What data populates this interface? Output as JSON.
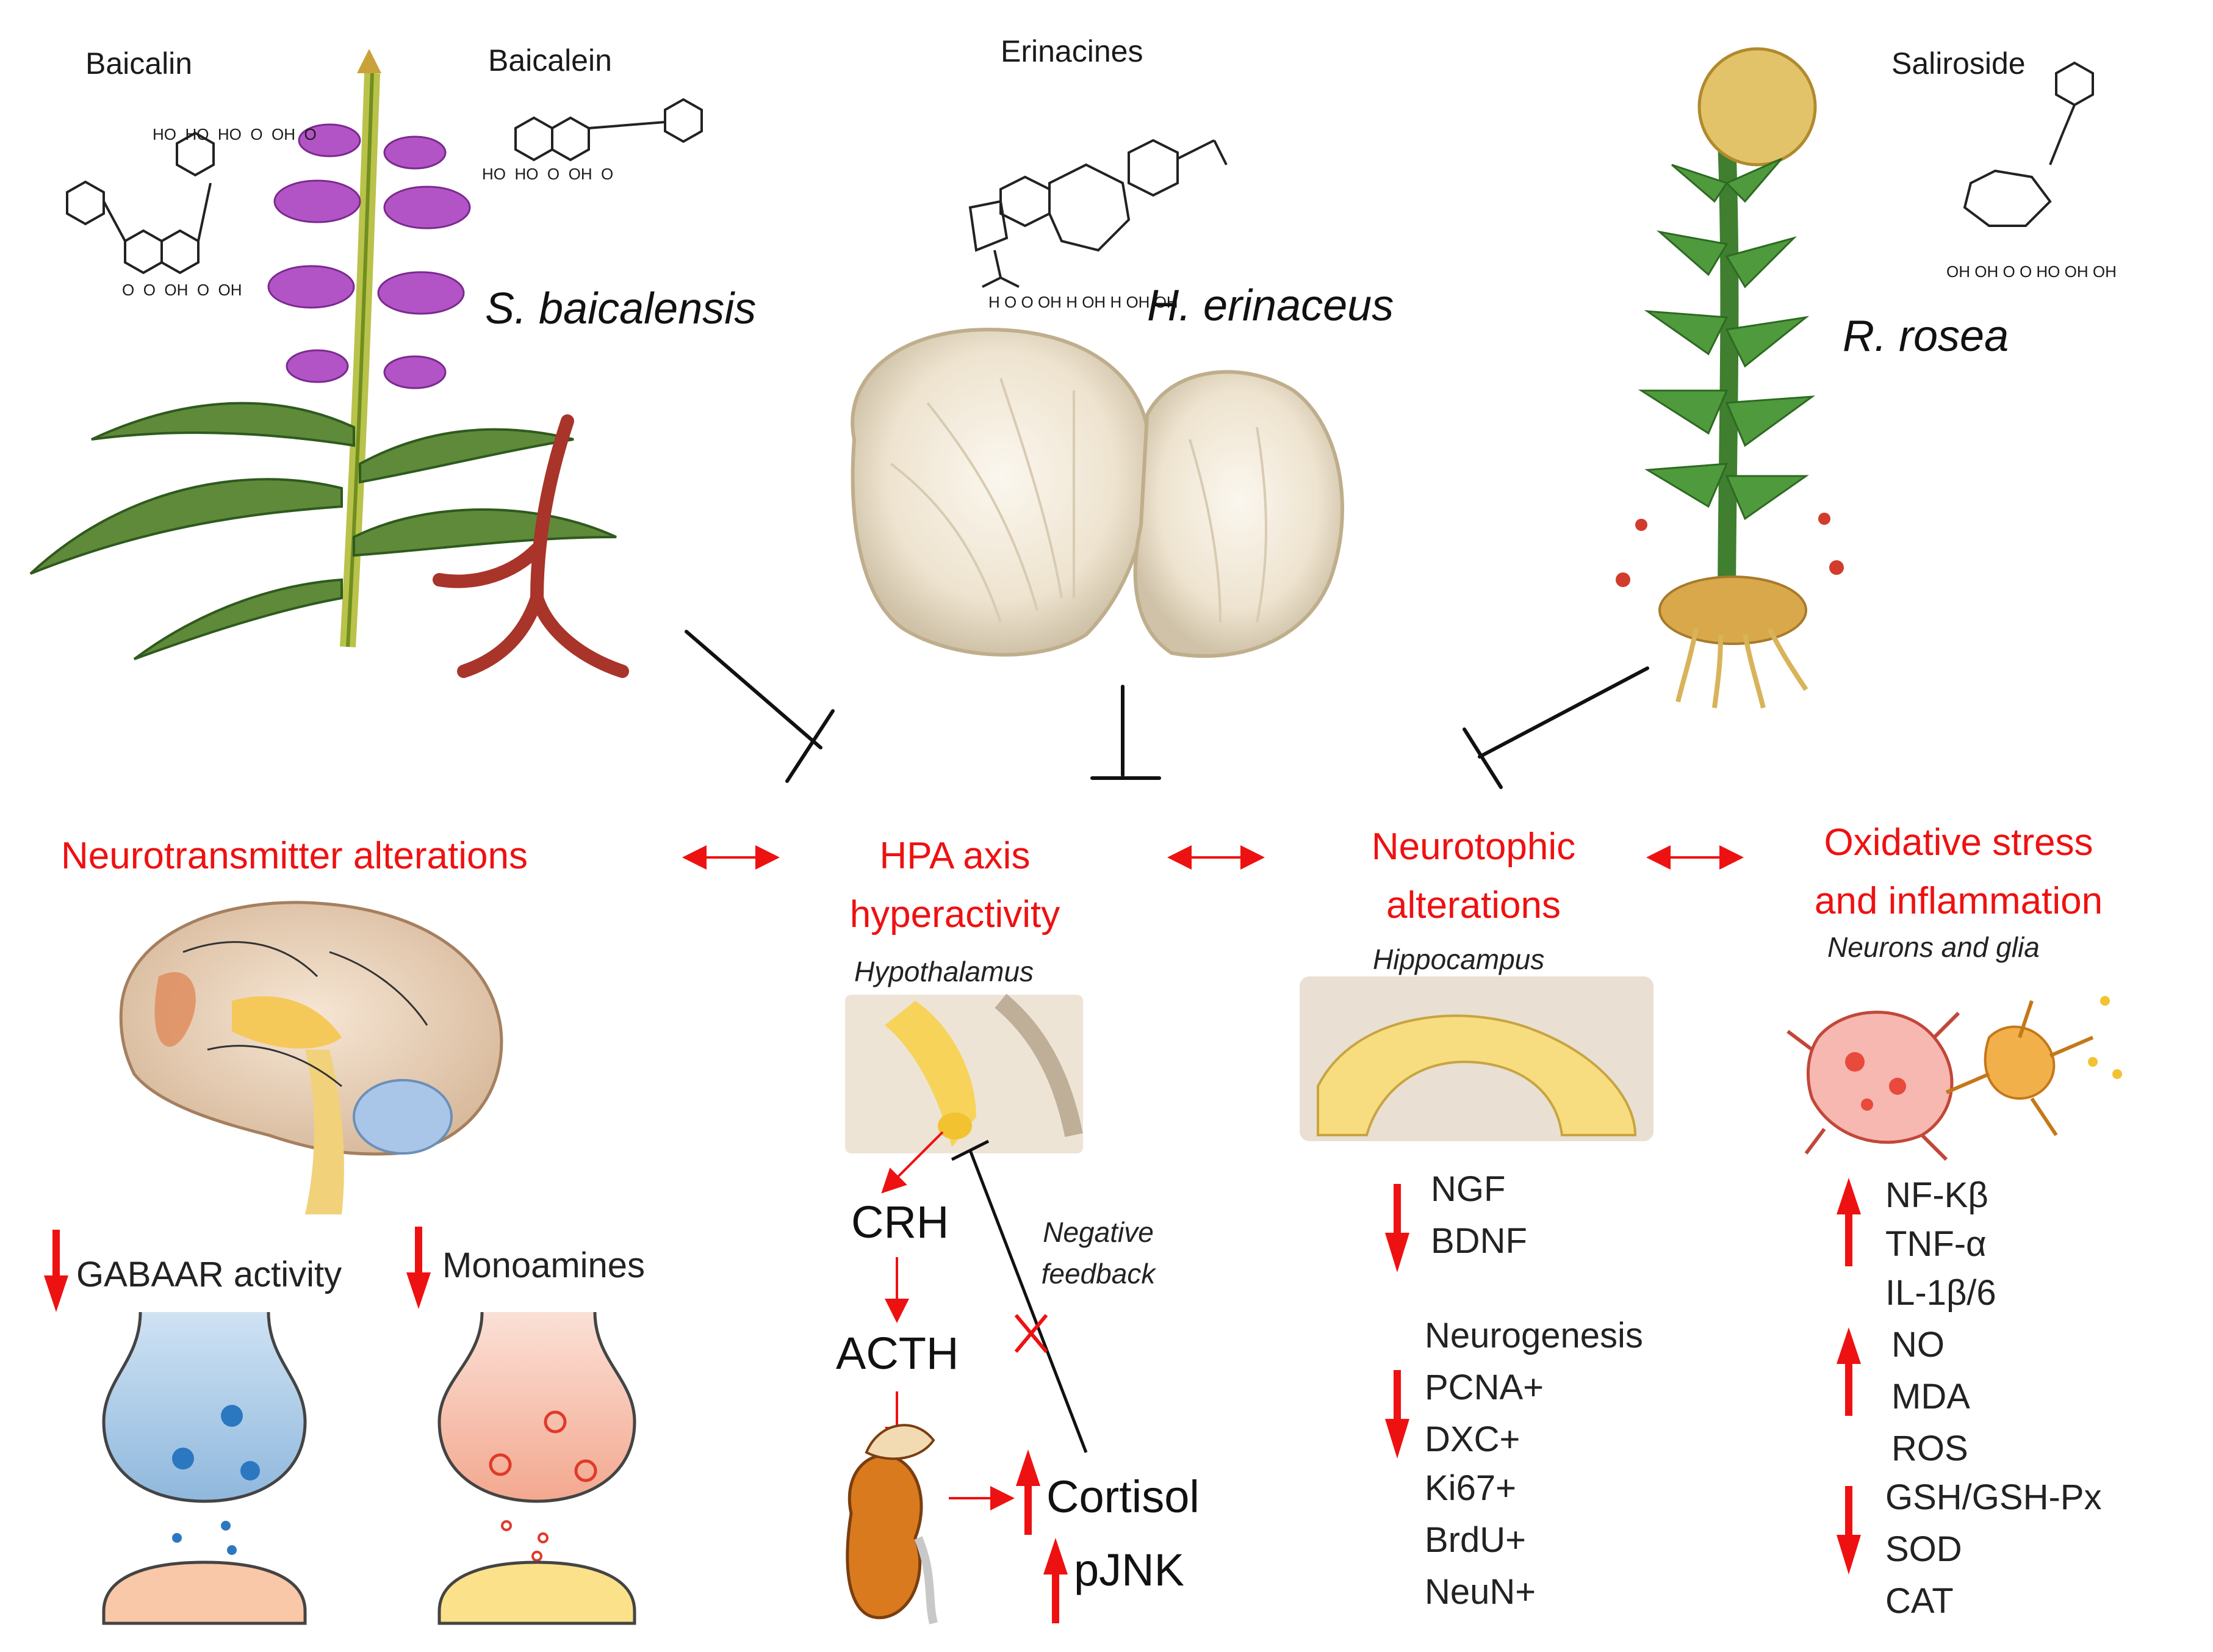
{
  "compounds": {
    "baicalin": "Baicalin",
    "baicalein": "Baicalein",
    "erinacines": "Erinacines",
    "saliroside": "Saliroside"
  },
  "species": {
    "s_baicalensis": "S. baicalensis",
    "h_erinaceus": "H. erinaceus",
    "r_rosea": "R. rosea"
  },
  "structure_atoms": {
    "baicalin": [
      "HO",
      "HO",
      "HO",
      "O",
      "OH",
      "O",
      "O",
      "O",
      "OH",
      "O",
      "OH"
    ],
    "baicalein": [
      "HO",
      "HO",
      "O",
      "OH",
      "O"
    ],
    "erinacines": [
      "H",
      "O",
      "O",
      "OH",
      "H",
      "OH",
      "H",
      "OH",
      "OH"
    ],
    "saliroside": [
      "OH",
      "OH",
      "O",
      "O",
      "HO",
      "OH",
      "OH"
    ]
  },
  "sections": {
    "neurotransmitter": {
      "title": "Neurotransmitter  alterations",
      "gaba": "GABAAR activity",
      "monoamines": "Monoamines"
    },
    "hpa": {
      "title_line1": "HPA axis",
      "title_line2": "hyperactivity",
      "region": "Hypothalamus",
      "crh": "CRH",
      "acth": "ACTH",
      "cortisol": "Cortisol",
      "pjnk": "pJNK",
      "feedback_line1": "Negative",
      "feedback_line2": "feedback"
    },
    "neurotrophic": {
      "title_line1": "Neurotophic",
      "title_line2": "alterations",
      "region": "Hippocampus",
      "down_markers": [
        "NGF",
        "BDNF"
      ],
      "neurogenesis": "Neurogenesis",
      "neurogenesis_markers": [
        "PCNA+",
        "DXC+",
        "Ki67+",
        "BrdU+",
        "NeuN+"
      ]
    },
    "oxidative": {
      "title_line1": "Oxidative stress",
      "title_line2": "and inflammation",
      "region": "Neurons and glia",
      "up_markers_1": [
        "NF-Kβ",
        "TNF-α",
        "IL-1β/6"
      ],
      "up_markers_2": [
        "NO",
        "MDA",
        "ROS"
      ],
      "down_markers": [
        "GSH/GSH-Px",
        "SOD",
        "CAT"
      ]
    }
  },
  "colors": {
    "accent_red": "#ee1111",
    "panel_bg": "#fdefd6",
    "panel_border": "#555555"
  }
}
